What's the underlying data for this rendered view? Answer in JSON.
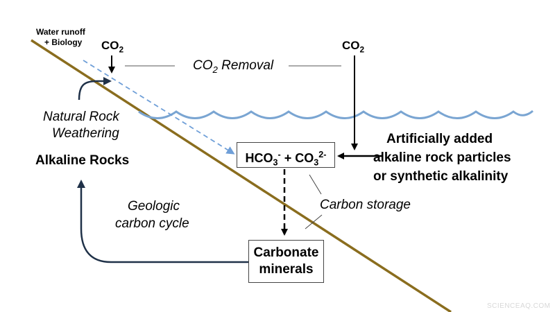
{
  "labels": {
    "water_runoff": "Water runoff",
    "biology": "+ Biology",
    "co2_left": "CO",
    "co2_left_sub": "2",
    "co2_right": "CO",
    "co2_right_sub": "2",
    "removal_pre": "CO",
    "removal_sub": "2",
    "removal_post": " Removal",
    "natural_line1": "Natural Rock",
    "natural_line2": "Weathering",
    "alkaline_rocks": "Alkaline Rocks",
    "artificial_line1": "Artificially added",
    "artificial_line2": "alkaline rock particles",
    "artificial_line3": "or synthetic alkalinity",
    "geologic_line1": "Geologic",
    "geologic_line2": "carbon cycle",
    "carbon_storage": "Carbon storage",
    "carbonate_line1": "Carbonate",
    "carbonate_line2": "minerals",
    "watermark": "SCIENCEAQ.COM"
  },
  "ions": {
    "hco_text": "HCO",
    "hco_sub": "3",
    "hco_sup": "-",
    "plus": " + CO",
    "co_sub": "3",
    "co_sup": "2-"
  },
  "colors": {
    "slope": "#8a6d1e",
    "water": "#7aa5d2",
    "dashed_arrow": "#6f9fd8",
    "cycle_arrow": "#1f3148",
    "text": "#000000"
  }
}
